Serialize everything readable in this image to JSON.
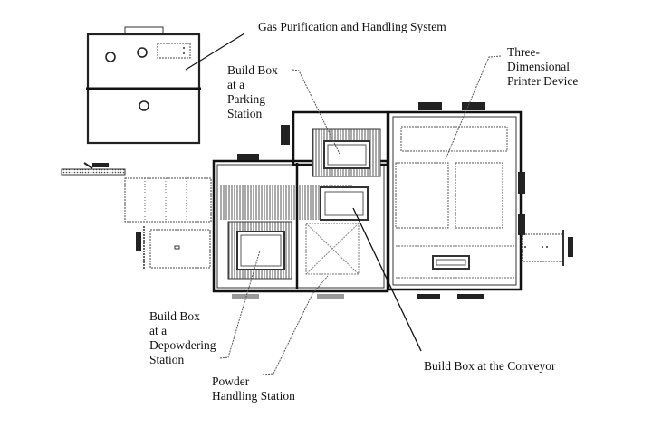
{
  "diagram": {
    "type": "patent-figure",
    "subject": "Additive manufacturing system layout (top view)",
    "labels": {
      "gas_system": "Gas Purification and Handling System",
      "parking": "Build Box\nat a\nParking\nStation",
      "printer": "Three-\nDimensional\nPrinter Device",
      "depowdering": "Build Box\nat a\nDepowdering\nStation",
      "powder_handling": "Powder\nHandling Station",
      "conveyor": "Build Box at the Conveyor"
    },
    "components": [
      "gas-purification-unit",
      "parking-station-build-box",
      "printer-device",
      "conveyor-build-box",
      "depowdering-station-build-box",
      "powder-handling-station",
      "left-conveyor-extension",
      "right-conveyor-extension"
    ],
    "colors": {
      "line": "#1a1a1a",
      "hatch": "#6b6b6b",
      "background": "#ffffff"
    }
  }
}
